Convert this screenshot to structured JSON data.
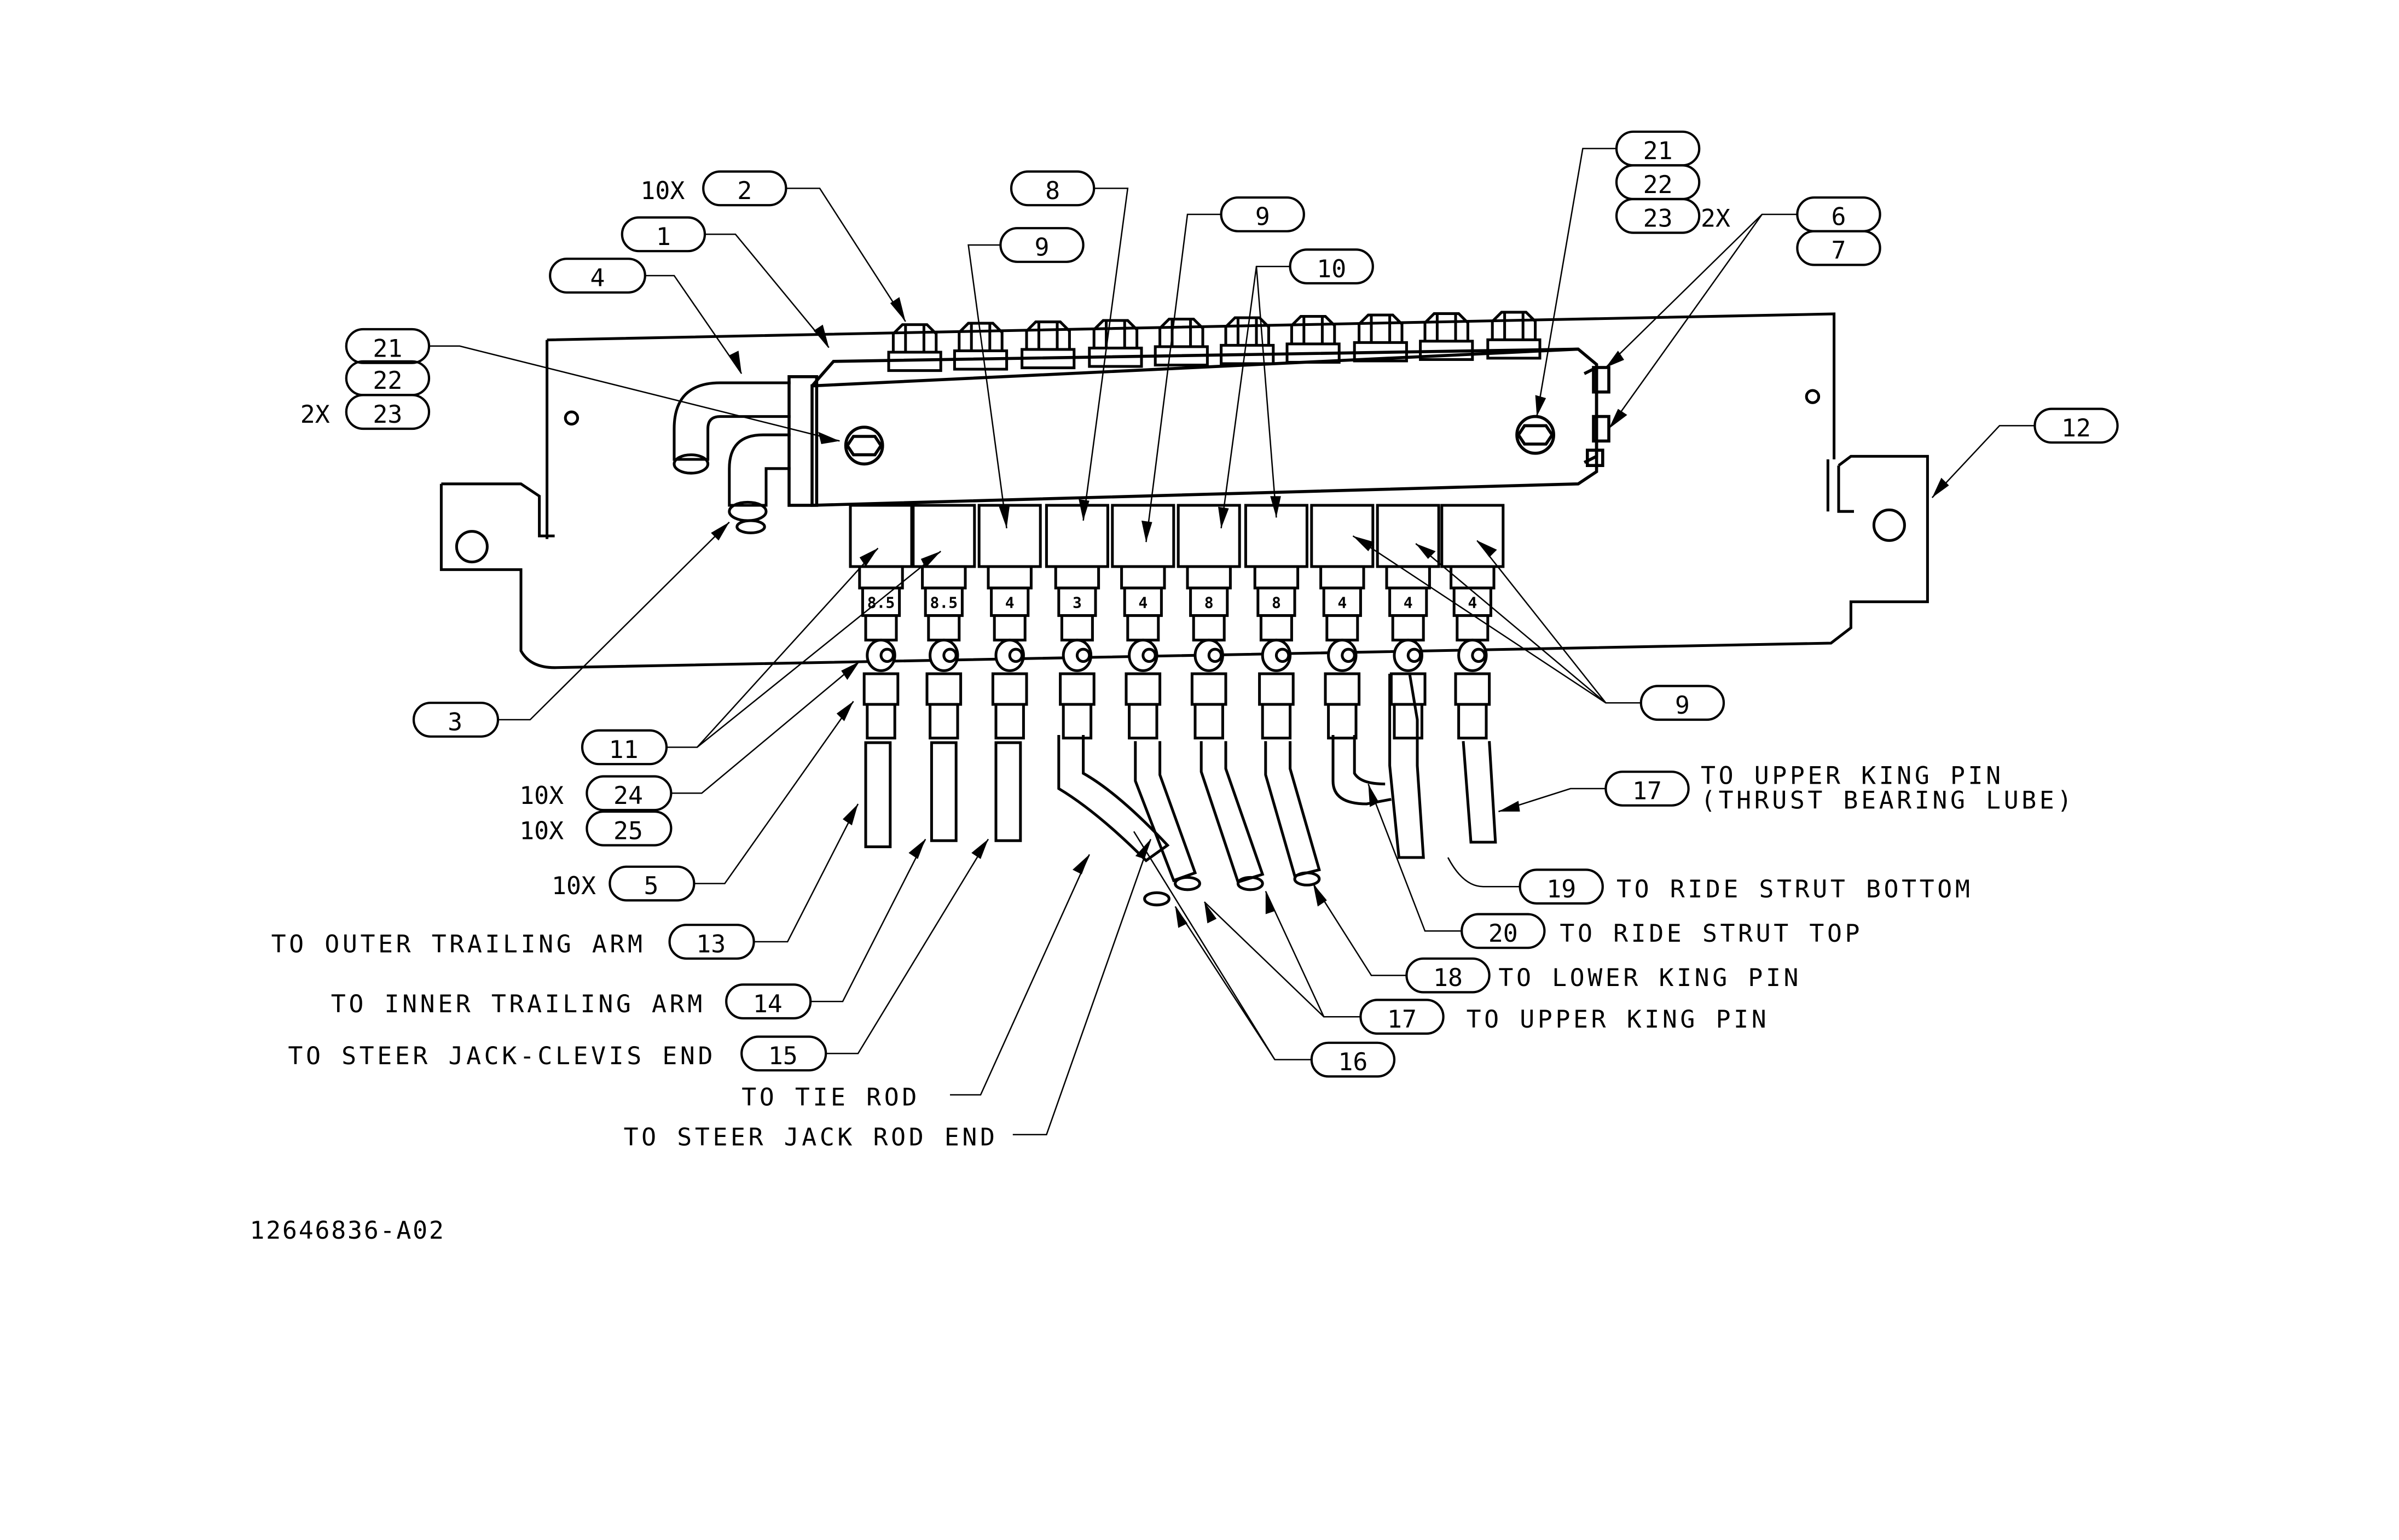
{
  "callouts": [
    {
      "n": "1"
    },
    {
      "n": "2",
      "qty": "10X"
    },
    {
      "n": "3"
    },
    {
      "n": "4"
    },
    {
      "n": "5",
      "qty": "10X"
    },
    {
      "n": "6"
    },
    {
      "n": "7"
    },
    {
      "n": "8"
    },
    {
      "n": "9"
    },
    {
      "n": "9"
    },
    {
      "n": "10"
    },
    {
      "n": "9"
    },
    {
      "n": "11"
    },
    {
      "n": "12"
    },
    {
      "n": "13"
    },
    {
      "n": "14"
    },
    {
      "n": "15"
    },
    {
      "n": "16"
    },
    {
      "n": "17"
    },
    {
      "n": "17"
    },
    {
      "n": "18"
    },
    {
      "n": "19"
    },
    {
      "n": "20"
    },
    {
      "n": "21"
    },
    {
      "n": "22"
    },
    {
      "n": "23",
      "qty": "2X"
    },
    {
      "n": "21"
    },
    {
      "n": "22"
    },
    {
      "n": "23",
      "qty": "2X"
    },
    {
      "n": "24",
      "qty": "10X"
    },
    {
      "n": "25",
      "qty": "10X"
    }
  ],
  "destinations": {
    "outer_trailing_arm": "TO OUTER TRAILING ARM",
    "inner_trailing_arm": "TO INNER TRAILING ARM",
    "steer_jack_clevis": "TO STEER JACK-CLEVIS END",
    "tie_rod": "TO TIE ROD",
    "steer_jack_rod": "TO STEER JACK ROD END",
    "upper_king_pin_thrust_1": "TO UPPER KING PIN",
    "upper_king_pin_thrust_2": "(THRUST BEARING LUBE)",
    "ride_strut_bottom": "TO RIDE STRUT BOTTOM",
    "ride_strut_top": "TO RIDE STRUT TOP",
    "lower_king_pin": "TO LOWER KING PIN",
    "upper_king_pin": "TO UPPER KING PIN"
  },
  "metering_tags": [
    "8.5",
    "8.5",
    "4",
    "3",
    "4",
    "8",
    "8",
    "4",
    "4",
    "4"
  ],
  "drawing_number": "12646836-A02"
}
